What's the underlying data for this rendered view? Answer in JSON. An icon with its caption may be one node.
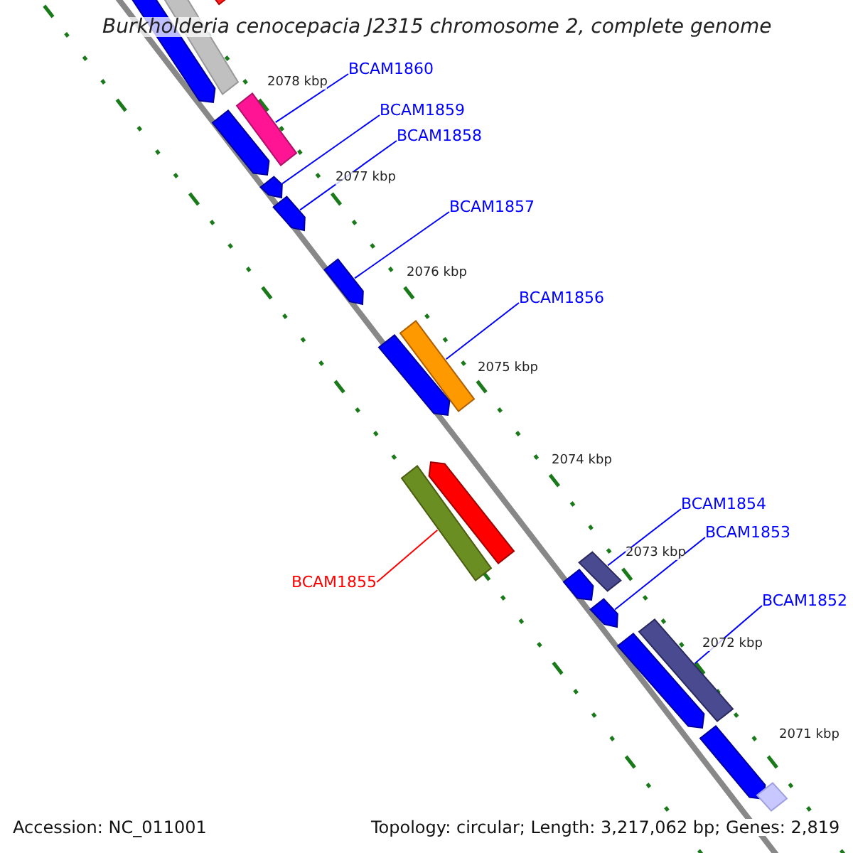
{
  "diagram": {
    "title": "Burkholderia cenocepacia J2315 chromosome 2, complete genome",
    "nodes": [
      {
        "text": [
          "BCAM1860"
        ]
      },
      {
        "text": [
          "BCAM1859"
        ]
      },
      {
        "text": [
          "BCAM1858"
        ]
      },
      {
        "text": [
          "BCAM1857"
        ]
      },
      {
        "text": [
          "BCAM1856"
        ]
      },
      {
        "text": [
          "BCAM1854"
        ]
      },
      {
        "text": [
          "BCAM1853"
        ]
      },
      {
        "text": [
          "BCAM1855"
        ]
      },
      {
        "text": [
          "BCAM1852"
        ]
      },
      {
        "text": [],
        "shape": "bar"
      },
      {
        "text": [],
        "shape": "bar"
      },
      {
        "text": [],
        "shape": "bar"
      },
      {
        "text": [],
        "shape": "bar"
      },
      {
        "text": [],
        "shape": "bar"
      },
      {
        "text": [],
        "shape": "bar"
      },
      {
        "text": [],
        "shape": "bar"
      },
      {
        "text": [],
        "shape": "bar"
      },
      {
        "text": [],
        "shape": "bar"
      },
      {
        "text": [],
        "shape": "bar"
      },
      {
        "text": [],
        "shape": "bar"
      },
      {
        "text": [],
        "shape": "bar"
      },
      {
        "text": [],
        "shape": "bar"
      },
      {
        "text": [],
        "shape": "bar"
      },
      {
        "text": [],
        "shape": "bar"
      },
      {
        "text": [],
        "shape": "bar"
      },
      {
        "text": [],
        "shape": "bar"
      },
      {
        "text": [],
        "shape": "bar"
      },
      {
        "text": [],
        "shape": "bar"
      }
    ],
    "edges": [
      {
        "from": 0,
        "to": 12,
        "arrow": "none"
      },
      {
        "from": 1,
        "to": 14,
        "arrow": "none"
      },
      {
        "from": 2,
        "to": 15,
        "arrow": "none"
      },
      {
        "from": 3,
        "to": 16,
        "arrow": "none"
      },
      {
        "from": 4,
        "to": 17,
        "arrow": "none"
      },
      {
        "from": 5,
        "to": 21,
        "arrow": "none"
      },
      {
        "from": 6,
        "to": 23,
        "arrow": "none"
      },
      {
        "from": 7,
        "to": 20,
        "arrow": "none",
        "color": "#ff0000"
      },
      {
        "from": 8,
        "to": 24,
        "arrow": "none"
      }
    ],
    "labels": [
      "2078 kbp",
      "2077 kbp",
      "2076 kbp",
      "2075 kbp",
      "2074 kbp",
      "2073 kbp",
      "2072 kbp",
      "2071 kbp",
      "Accession: NC_011001",
      "Topology: circular; Length: 3,217,062 bp; Genes: 2,819"
    ]
  }
}
